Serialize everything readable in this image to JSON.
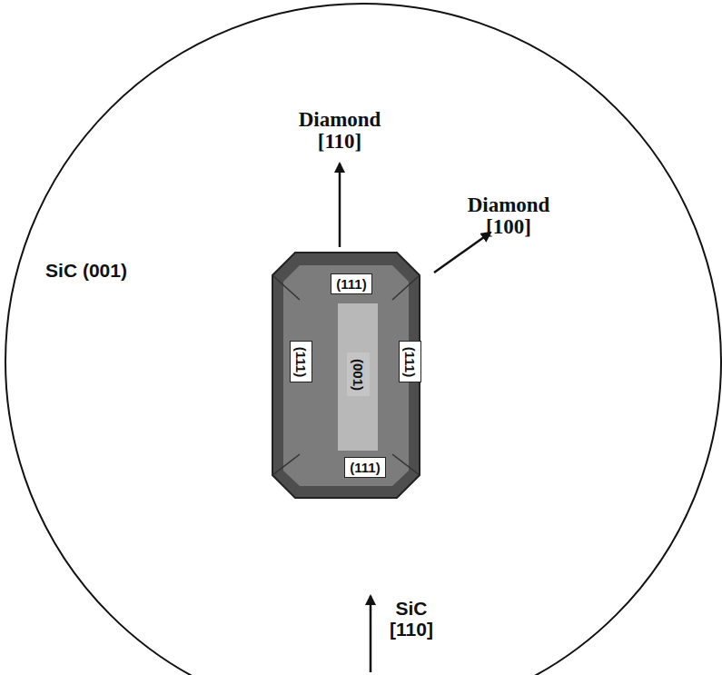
{
  "diagram": {
    "nodes": [
      {
        "text": [
          "(111)"
        ]
      },
      {
        "text": [
          "(111)"
        ]
      },
      {
        "text": [
          "(001)"
        ]
      },
      {
        "text": [
          "(111)"
        ]
      },
      {
        "text": [
          "(111)"
        ]
      }
    ],
    "labels": [
      "Diamond [110]",
      "Diamond [100]",
      "SiC (001)",
      "SiC [110]"
    ]
  }
}
